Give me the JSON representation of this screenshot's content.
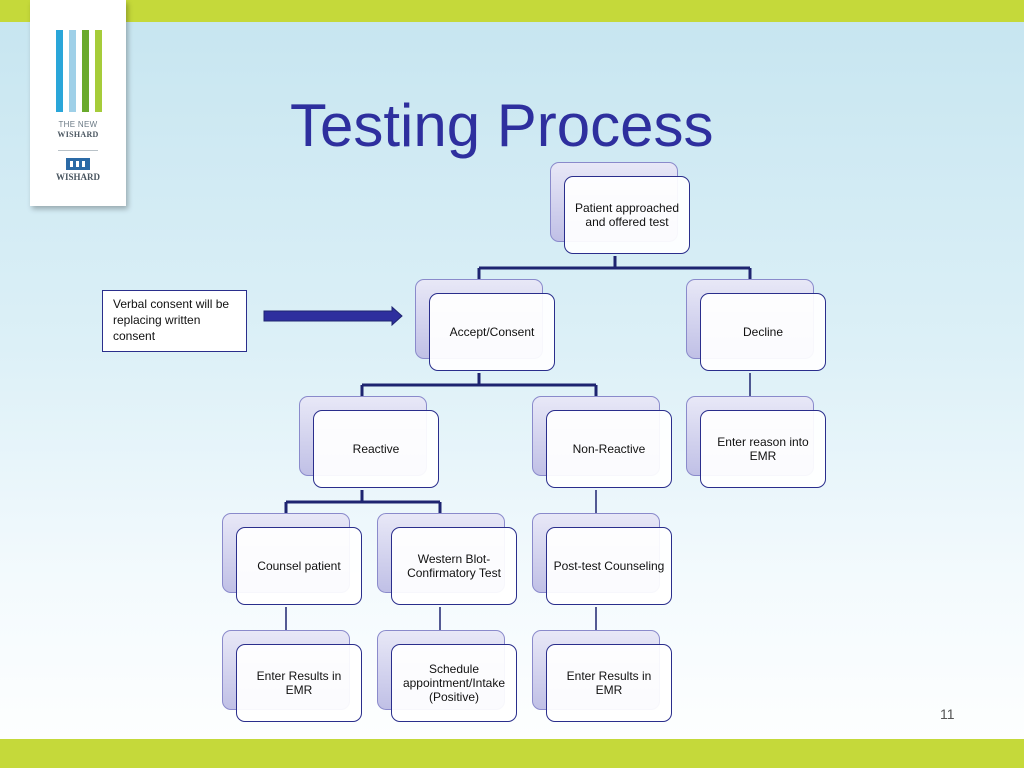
{
  "title": "Testing Process",
  "logo": {
    "line1": "THE NEW",
    "line2": "WISHARD",
    "line3": "WISHARD",
    "line_colors": [
      "#2aa6d9",
      "#8ec8e4",
      "#6aaa2c",
      "#a6cc3a"
    ]
  },
  "note": "Verbal consent will be replacing written consent",
  "nodes": {
    "patient": "Patient approached and offered test",
    "accept": "Accept/Consent",
    "decline": "Decline",
    "reactive": "Reactive",
    "non_reactive": "Non-Reactive",
    "enter_reason": "Enter reason into EMR",
    "counsel": "Counsel patient",
    "western_blot": "Western Blot-Confirmatory Test",
    "post_test": "Post-test Counseling",
    "enter_results_1": "Enter Results in EMR",
    "schedule": "Schedule appointment/Intake (Positive)",
    "enter_results_2": "Enter Results in EMR"
  },
  "page_number": "11",
  "colors": {
    "accent_bar": "#c5d93a",
    "title": "#2e2f9e",
    "connector": "#1e2470"
  }
}
